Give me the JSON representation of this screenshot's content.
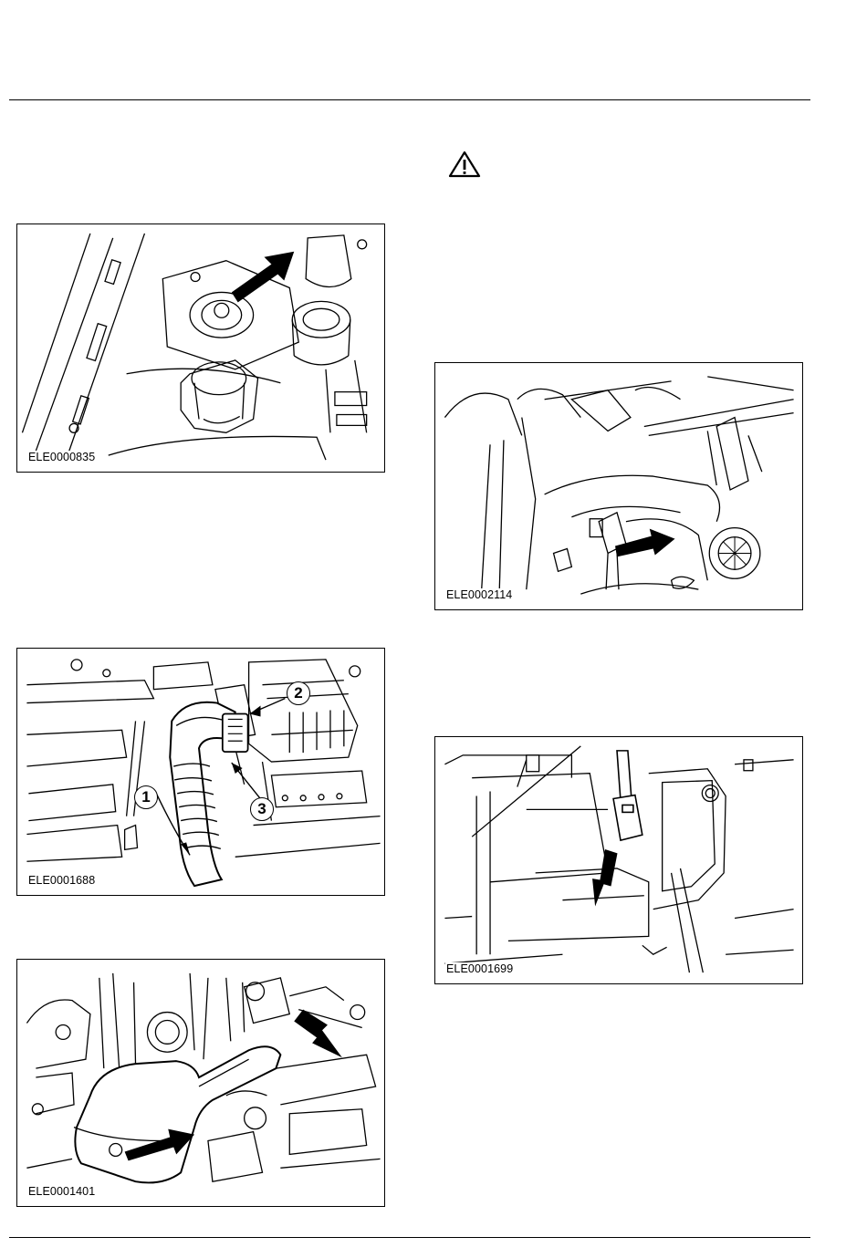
{
  "figures": [
    {
      "id": "fig1",
      "label": "ELE0000835"
    },
    {
      "id": "fig2",
      "label": "ELE0001688",
      "callouts": [
        "1",
        "2",
        "3"
      ]
    },
    {
      "id": "fig3",
      "label": "ELE0001401"
    },
    {
      "id": "fig4",
      "label": "ELE0002114"
    },
    {
      "id": "fig5",
      "label": "ELE0001699"
    }
  ],
  "icons": {
    "warning": "warning-triangle-icon"
  }
}
